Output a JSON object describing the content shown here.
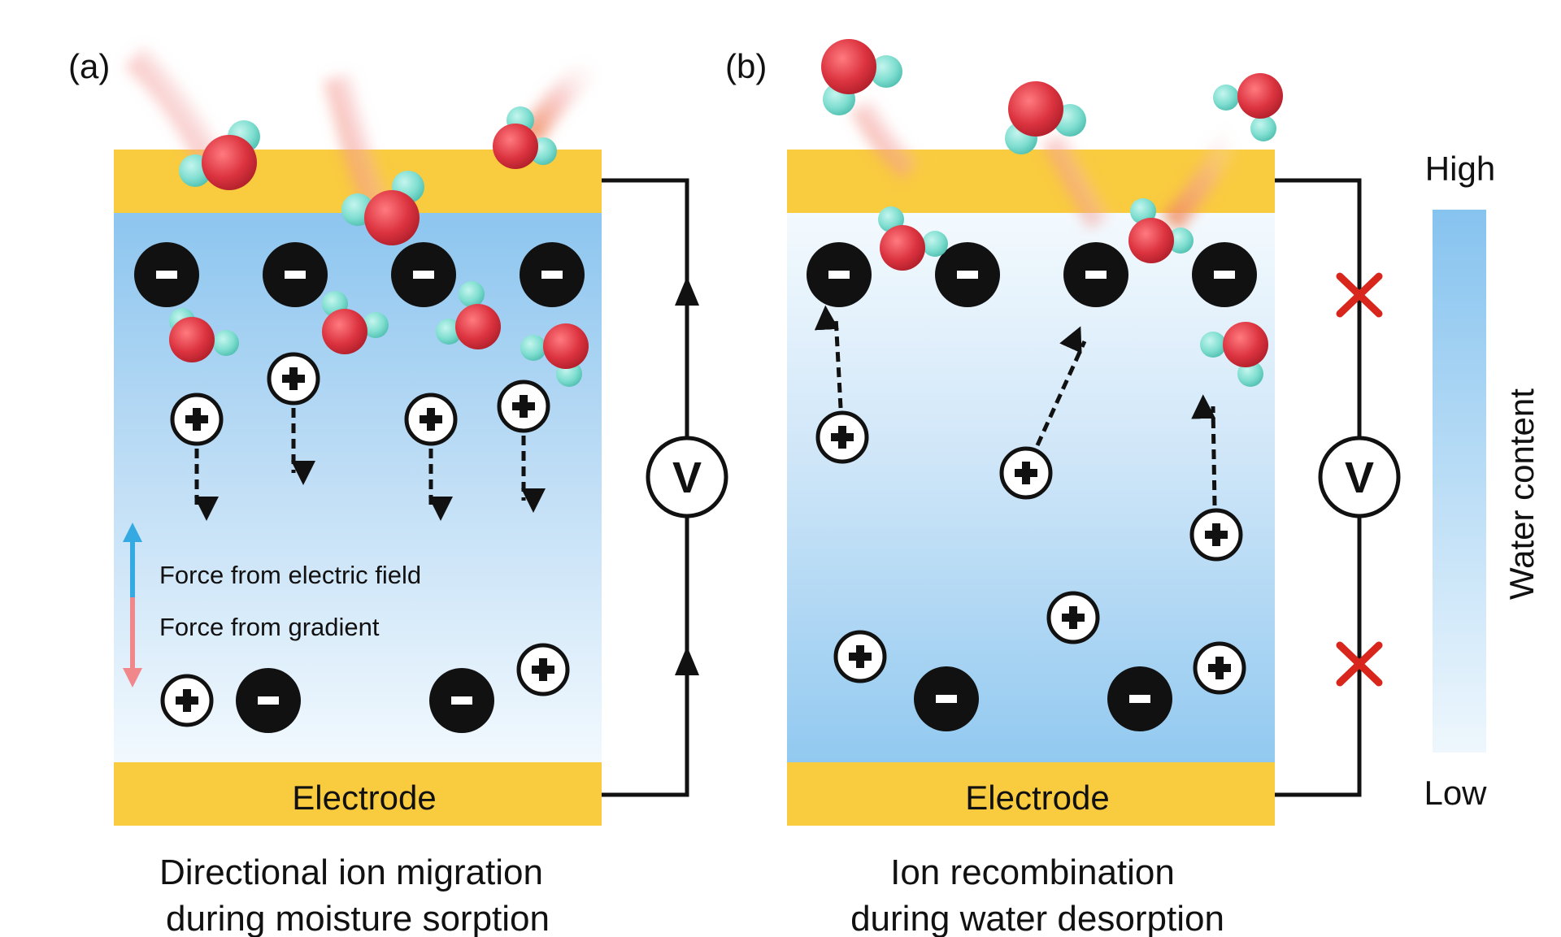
{
  "panel_a": {
    "label": "(a)",
    "electrode_label": "Electrode",
    "caption_line1": "Directional ion migration",
    "caption_line2": "during moisture sorption",
    "legend_electric": "Force from electric field",
    "legend_gradient": "Force from gradient",
    "meter_label": "V"
  },
  "panel_b": {
    "label": "(b)",
    "electrode_label": "Electrode",
    "caption_line1": "Ion recombination",
    "caption_line2": "during water desorption",
    "meter_label": "V"
  },
  "scale": {
    "high": "High",
    "low": "Low",
    "title": "Water content"
  },
  "colors": {
    "electrode": "#f9cb3f",
    "water_high": "#8cc5ef",
    "water_low": "#eaf5fd",
    "oxygen": "#dc3440",
    "hydrogen": "#7fded0",
    "break_mark": "#d9261c",
    "electric_arrow": "#35a9e2",
    "gradient_arrow": "#f0878a"
  }
}
